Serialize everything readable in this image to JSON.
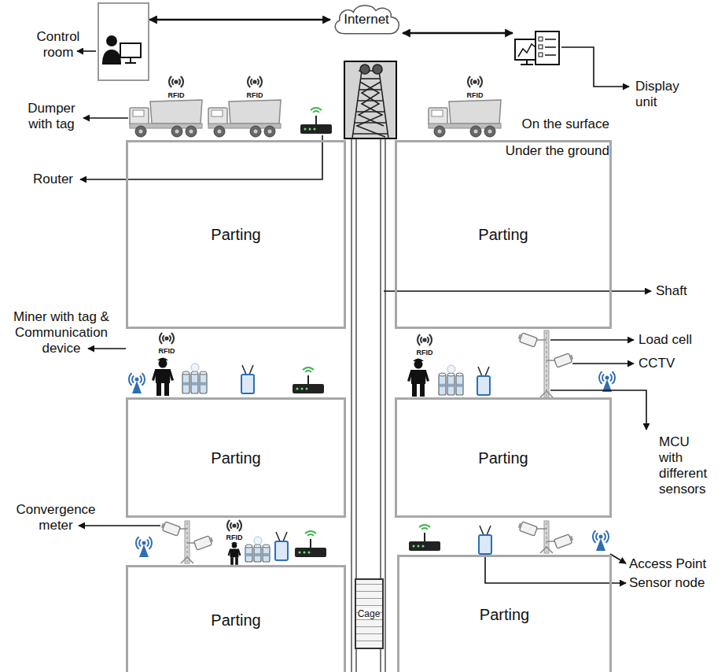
{
  "diagram": {
    "nodes": [
      {
        "text": [
          "Control room"
        ]
      },
      {
        "text": [
          "Internet"
        ]
      },
      {
        "text": [
          "Display unit"
        ]
      },
      {
        "text": [
          "Parting"
        ]
      },
      {
        "text": [
          "Parting"
        ]
      },
      {
        "text": [
          "Parting"
        ]
      },
      {
        "text": [
          "Parting"
        ]
      },
      {
        "text": [
          "Parting"
        ]
      },
      {
        "text": [
          "Parting"
        ]
      },
      {
        "text": [
          "Cage"
        ]
      }
    ],
    "edges": [
      {
        "from": 0,
        "to": 1,
        "arrow": "both"
      },
      {
        "from": 1,
        "to": 2,
        "arrow": "both"
      }
    ],
    "labels": [
      "Dumper with tag",
      "Router",
      "On the surface",
      "Under the ground",
      "Shaft",
      "Miner with tag & Communication device",
      "Load cell",
      "CCTV",
      "MCU with different sensors",
      "Convergence meter",
      "Access Point",
      "Sensor node",
      "RFID",
      "RFID",
      "RFID",
      "RFID",
      "RFID",
      "RFID"
    ]
  }
}
